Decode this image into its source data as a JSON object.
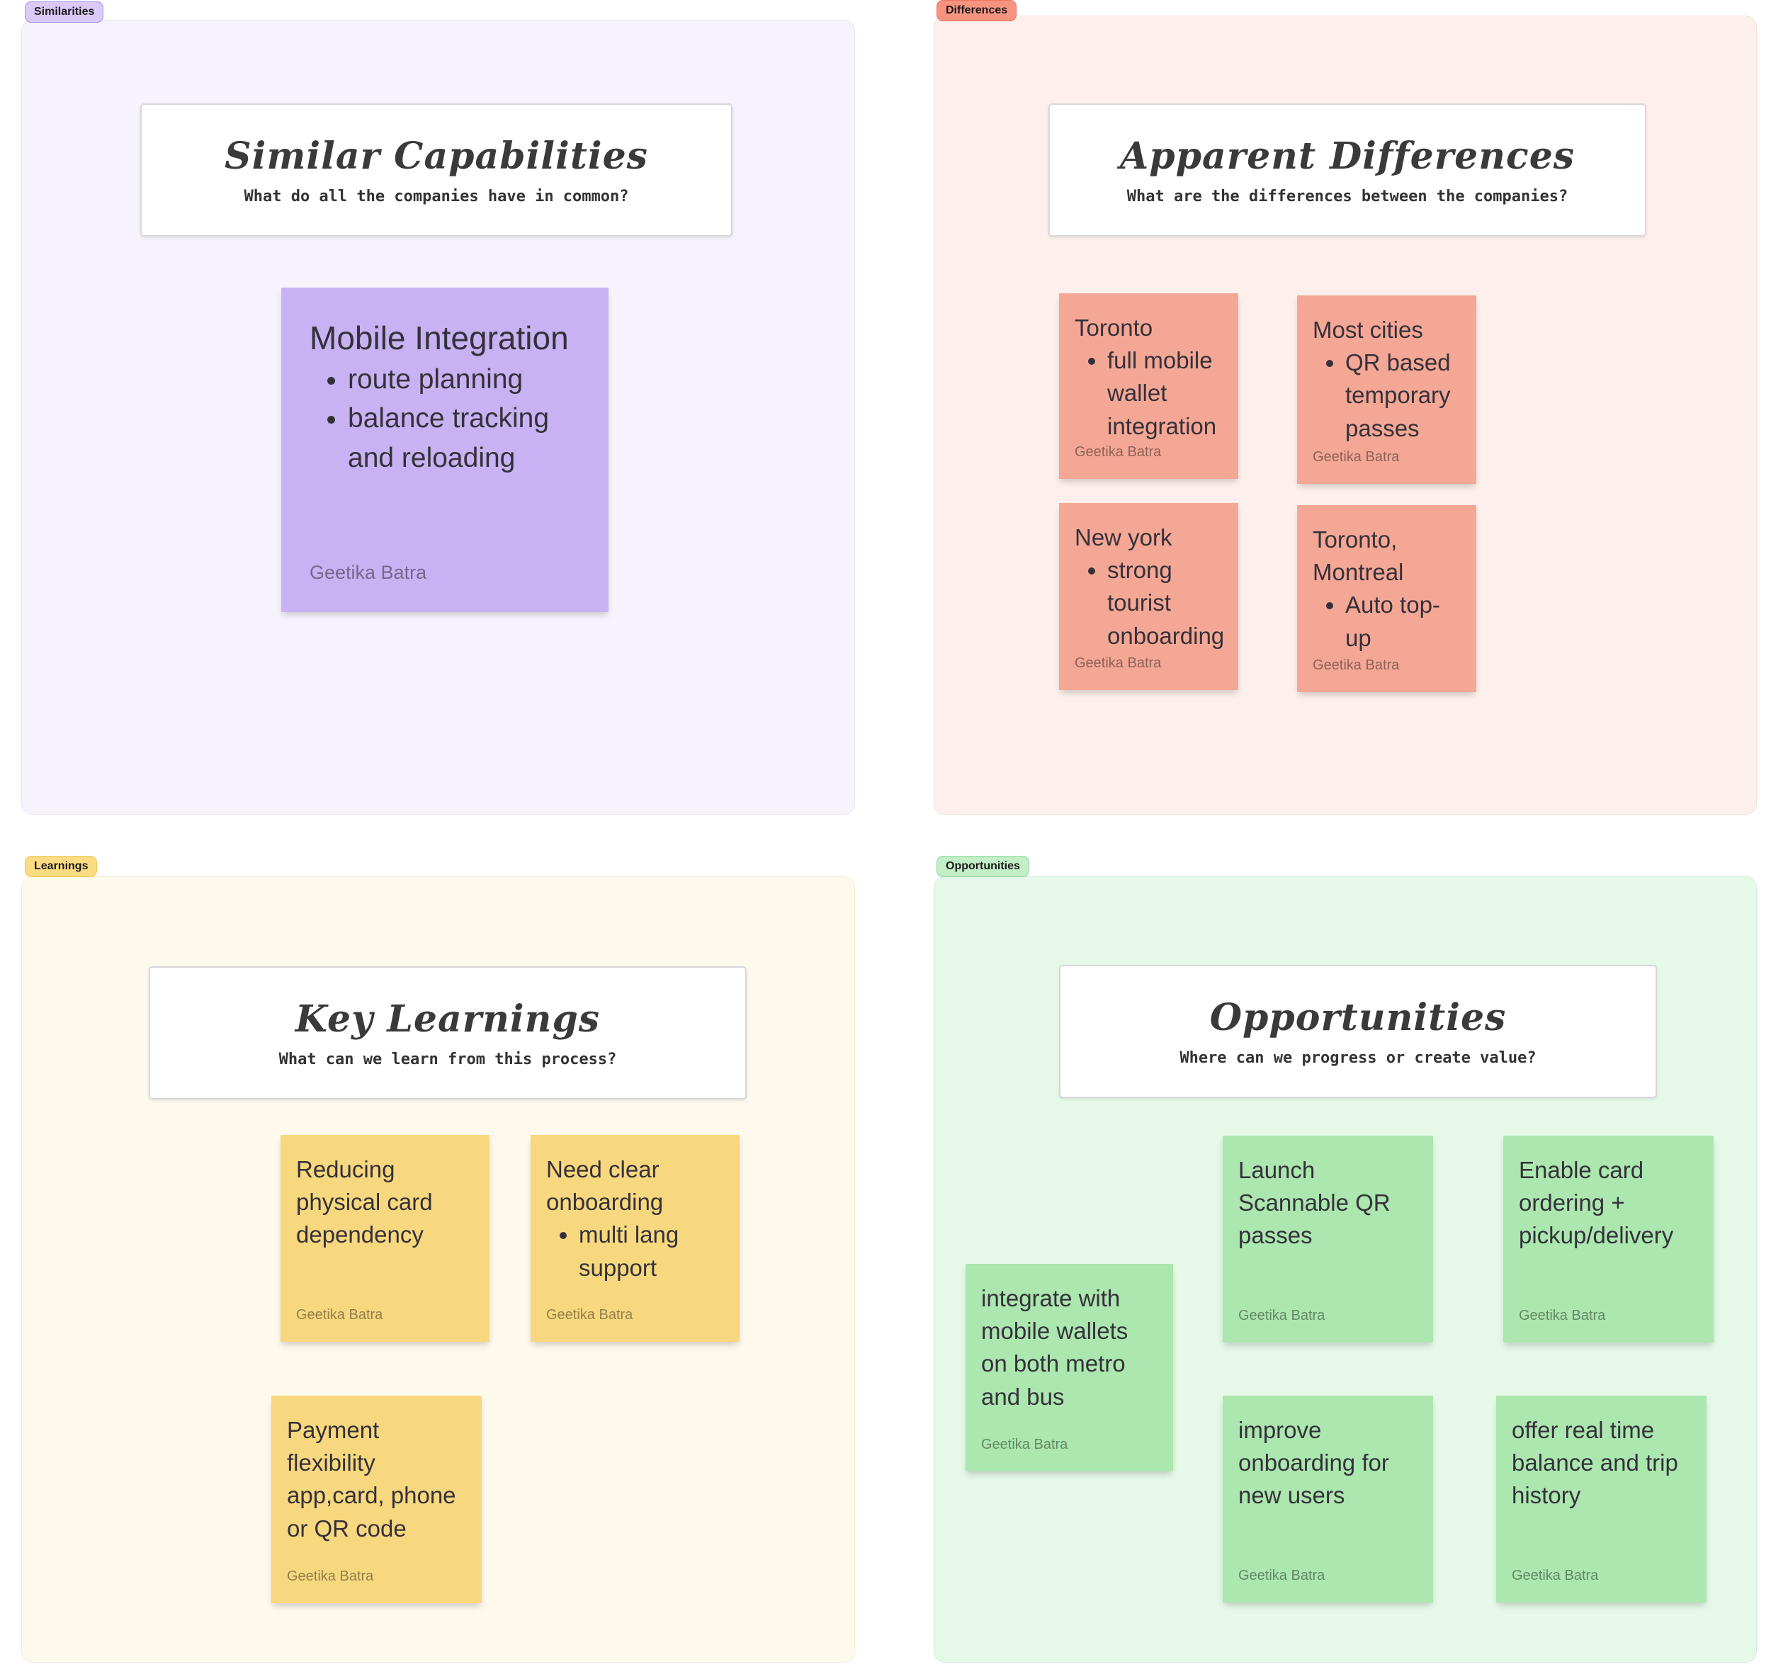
{
  "board_author": "Geetika Batra",
  "palette": {
    "similarities": {
      "panel_bg": "#f6f3fc",
      "panel_border": "#e9e3f7",
      "tag_bg": "#dbc9f9",
      "tag_border": "#a98ef0",
      "note": "#c9b2f3"
    },
    "differences": {
      "panel_bg": "#fdf0ec",
      "panel_border": "#f8ded5",
      "tag_bg": "#f69480",
      "tag_border": "#ef735b",
      "note": "#f5a795"
    },
    "learnings": {
      "panel_bg": "#fdf9ed",
      "panel_border": "#f4ecd6",
      "tag_bg": "#fbdc82",
      "tag_border": "#eec85e",
      "note": "#f8d87e"
    },
    "opportunities": {
      "panel_bg": "#e6f9e9",
      "panel_border": "#d0efd7",
      "tag_bg": "#c2efc7",
      "tag_border": "#8ed79b",
      "note": "#abe7af"
    }
  },
  "sections": [
    {
      "id": "similarities",
      "tag": "Similarities",
      "title": "Similar Capabilities",
      "subtitle": "What do all the companies have in common?",
      "notes": [
        {
          "title": "Mobile Integration",
          "bullets": [
            "route planning",
            "balance tracking and reloading"
          ],
          "author": "Geetika Batra"
        }
      ]
    },
    {
      "id": "differences",
      "tag": "Differences",
      "title": "Apparent Differences",
      "subtitle": "What are the differences between the companies?",
      "notes": [
        {
          "title": "Toronto",
          "bullets": [
            "full mobile wallet integration"
          ],
          "author": "Geetika Batra"
        },
        {
          "title": "Most cities",
          "bullets": [
            "QR based temporary passes"
          ],
          "author": "Geetika Batra"
        },
        {
          "title": "New york",
          "bullets": [
            "strong tourist onboarding"
          ],
          "author": "Geetika Batra"
        },
        {
          "title": "Toronto, Montreal",
          "bullets": [
            "Auto top-up"
          ],
          "author": "Geetika Batra"
        }
      ]
    },
    {
      "id": "learnings",
      "tag": "Learnings",
      "title": "Key Learnings",
      "subtitle": "What can we learn from this process?",
      "notes": [
        {
          "title": "Reducing physical card dependency",
          "bullets": [],
          "author": "Geetika Batra"
        },
        {
          "title": "Need clear onboarding",
          "bullets": [
            "multi lang support"
          ],
          "author": "Geetika Batra"
        },
        {
          "title": "Payment flexibility app,card, phone or QR code",
          "bullets": [],
          "author": "Geetika Batra"
        }
      ]
    },
    {
      "id": "opportunities",
      "tag": "Opportunities",
      "title": "Opportunities",
      "subtitle": "Where can we progress or create value?",
      "notes": [
        {
          "title": "integrate with mobile wallets on both metro and bus",
          "bullets": [],
          "author": "Geetika Batra"
        },
        {
          "title": "Launch Scannable QR passes",
          "bullets": [],
          "author": "Geetika Batra"
        },
        {
          "title": "Enable card ordering + pickup/delivery",
          "bullets": [],
          "author": "Geetika Batra"
        },
        {
          "title": "improve onboarding for new users",
          "bullets": [],
          "author": "Geetika Batra"
        },
        {
          "title": "offer real time balance and trip history",
          "bullets": [],
          "author": "Geetika Batra"
        }
      ]
    }
  ]
}
